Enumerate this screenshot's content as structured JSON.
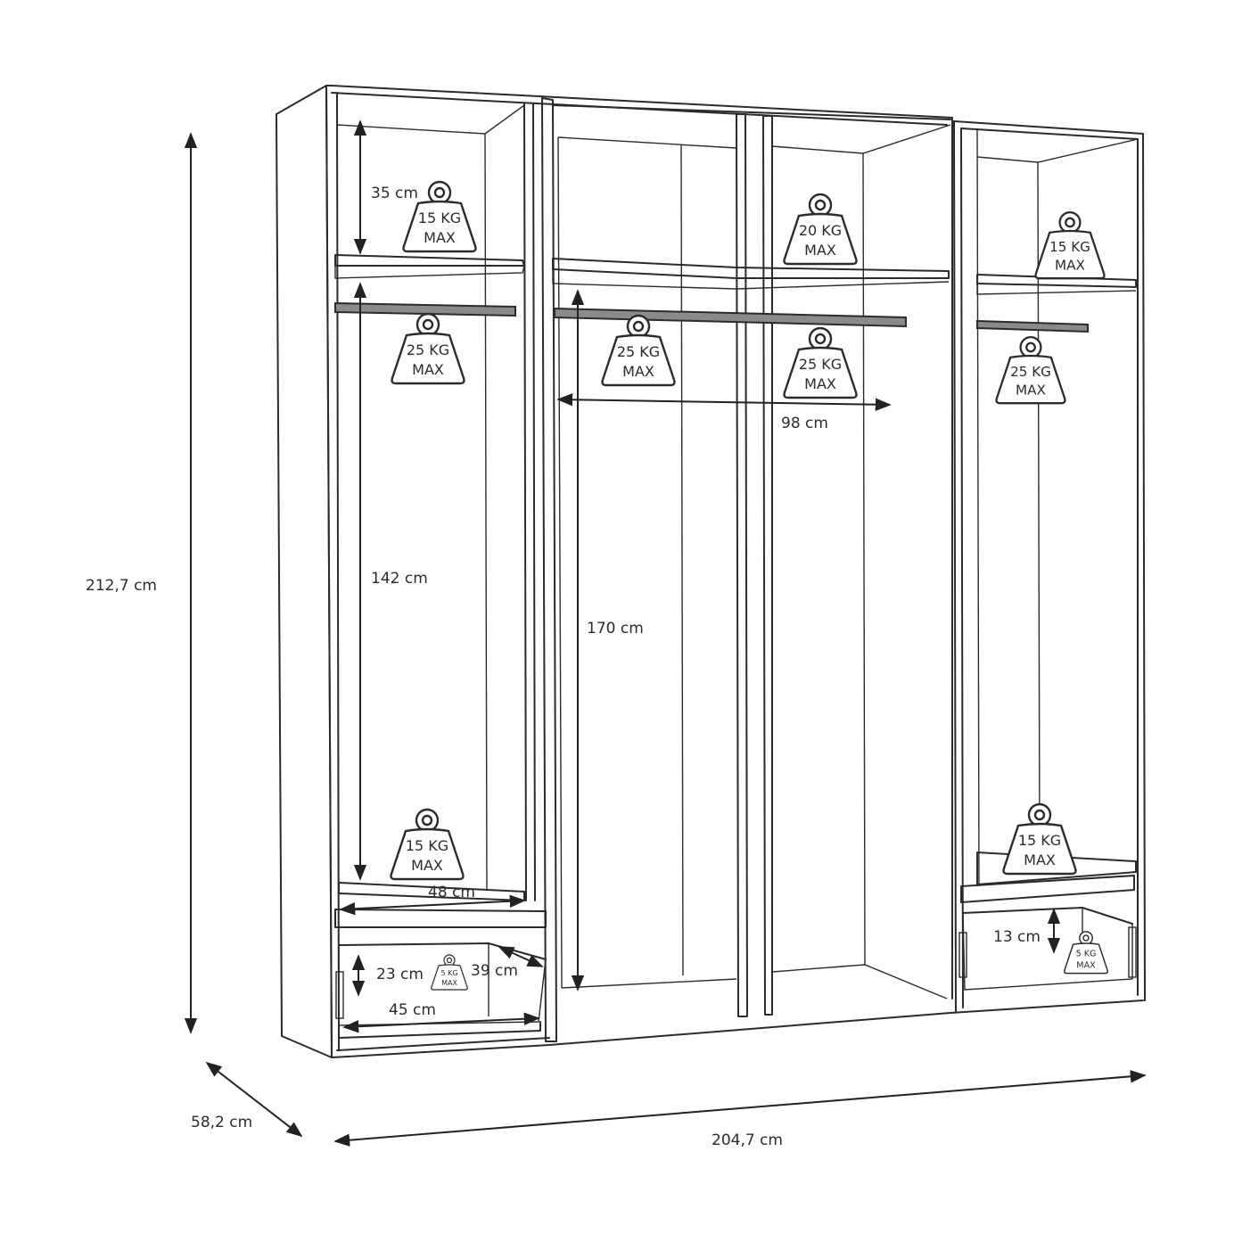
{
  "dimensions": {
    "height": "212,7 cm",
    "depth": "58,2 cm",
    "width": "204,7 cm",
    "left_top_shelf_height": "35 cm",
    "left_hanging_height": "142 cm",
    "left_inner_width": "48 cm",
    "left_drawer_height": "23 cm",
    "left_drawer_depth": "39 cm",
    "left_drawer_width": "45 cm",
    "center_hanging_height": "170 cm",
    "center_rail_width": "98 cm",
    "right_drawer_height": "13 cm"
  },
  "weights": {
    "left_top_shelf": {
      "value": "15 KG",
      "unit": "MAX"
    },
    "left_rail": {
      "value": "25 KG",
      "unit": "MAX"
    },
    "left_bottom_shelf": {
      "value": "15 KG",
      "unit": "MAX"
    },
    "left_drawer": {
      "value": "5 KG",
      "unit": "MAX"
    },
    "center_top_shelf": {
      "value": "20 KG",
      "unit": "MAX"
    },
    "center_rail_left": {
      "value": "25 KG",
      "unit": "MAX"
    },
    "center_rail_right": {
      "value": "25 KG",
      "unit": "MAX"
    },
    "right_top_shelf": {
      "value": "15 KG",
      "unit": "MAX"
    },
    "right_rail": {
      "value": "25 KG",
      "unit": "MAX"
    },
    "right_bottom_shelf": {
      "value": "15 KG",
      "unit": "MAX"
    },
    "right_drawer": {
      "value": "5 KG",
      "unit": "MAX"
    }
  }
}
